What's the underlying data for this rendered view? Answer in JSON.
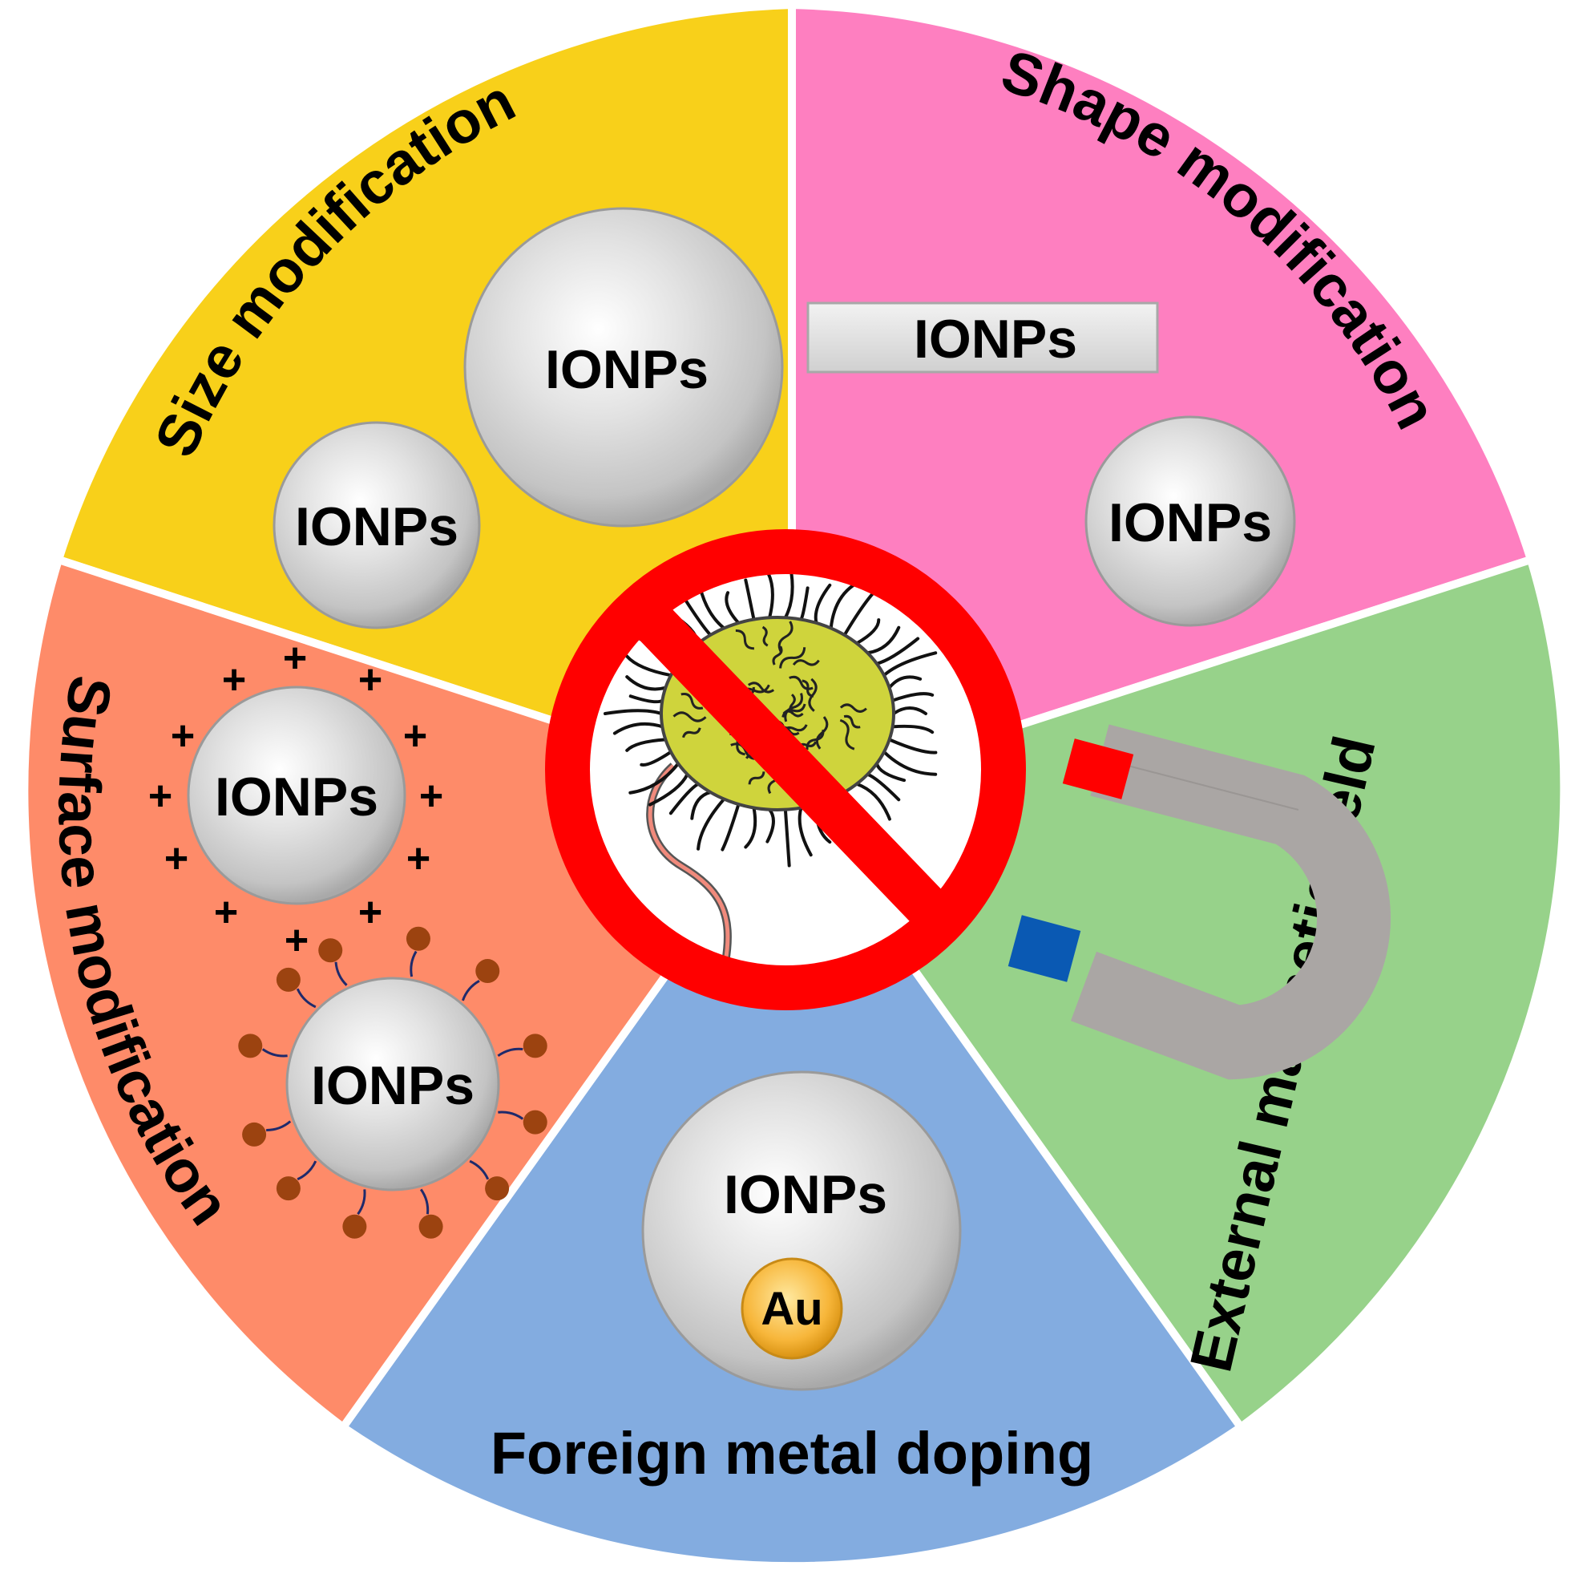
{
  "segments": [
    {
      "id": "size",
      "title": "Size modification",
      "color": "#f8d01a"
    },
    {
      "id": "shape",
      "title": "Shape modification",
      "color": "#fe7fc0"
    },
    {
      "id": "field",
      "title": "External magnetic field",
      "color": "#97d28a"
    },
    {
      "id": "doping",
      "title": "Foreign metal doping",
      "color": "#83ace0"
    },
    {
      "id": "surface",
      "title": "Surface modification",
      "color": "#fe8b69"
    }
  ],
  "particle_label": "IONPs",
  "dopant_label": "Au",
  "charge_symbol": "+",
  "colors": {
    "prohibition_red": "#ff0000",
    "magnet_red_pole": "#ff0000",
    "magnet_blue_pole": "#0a59b3",
    "magnet_body": "#aaa6a4",
    "bacterium_body": "#cfd43c",
    "ligand_head": "#9c4310"
  },
  "icons": [
    "no-bacteria-icon",
    "horseshoe-magnet-icon",
    "bacterium-icon"
  ]
}
